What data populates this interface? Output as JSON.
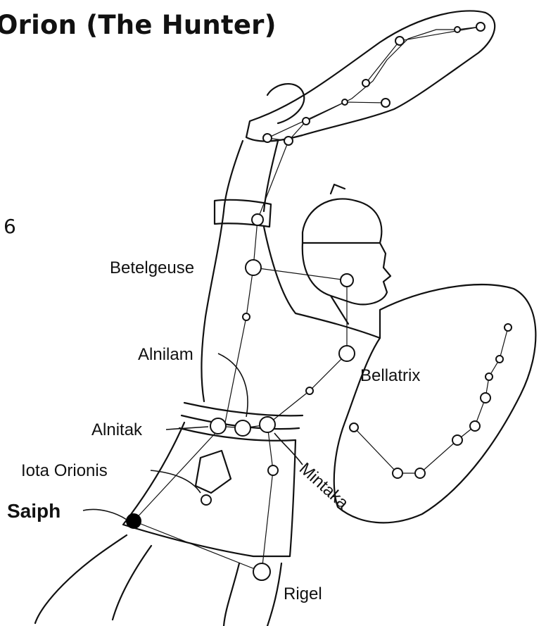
{
  "title": "Orion (The Hunter)",
  "side_number": "6",
  "labels": {
    "betelgeuse": "Betelgeuse",
    "alnilam": "Alnilam",
    "bellatrix": "Bellatrix",
    "alnitak": "Alnitak",
    "iota_orionis": "Iota Orionis",
    "mintaka": "Mintaka",
    "saiph": "Saiph",
    "rigel": "Rigel"
  },
  "highlighted_star": "Saiph",
  "colors": {
    "ink": "#111111",
    "background": "#ffffff",
    "highlight": "#000000"
  }
}
